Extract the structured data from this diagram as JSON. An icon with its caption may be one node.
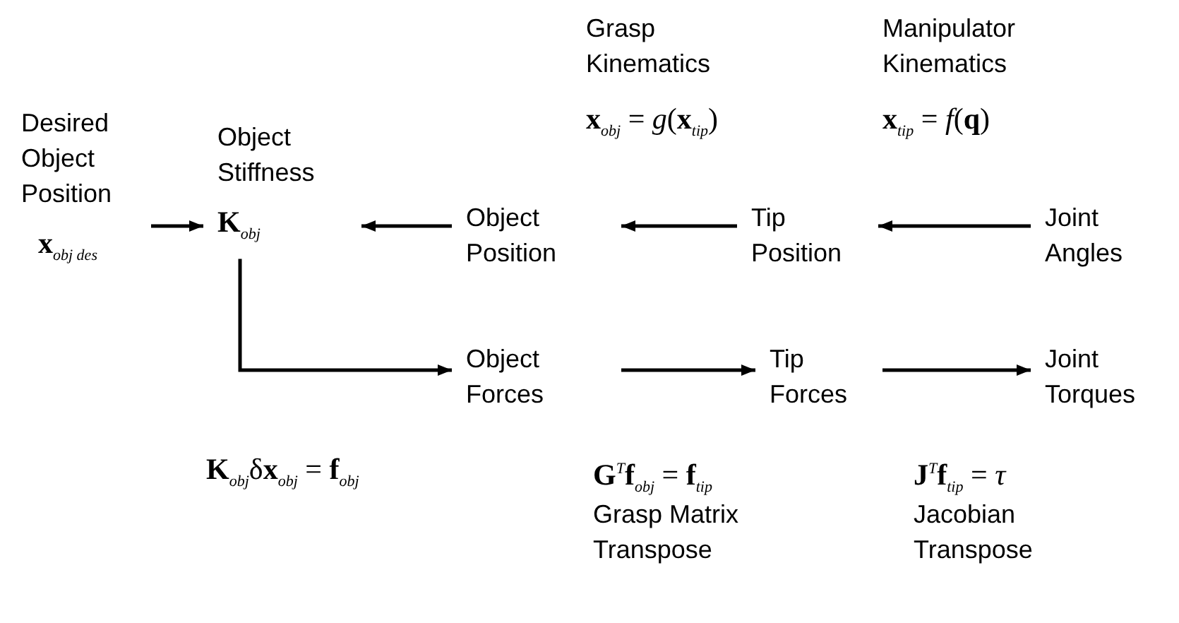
{
  "diagram": {
    "nodes": [
      {
        "text": [
          "Desired Object Position",
          "**x**$_{obj des}$"
        ]
      },
      {
        "text": [
          "Object Stiffness",
          "**K**$_{obj}$"
        ]
      },
      {
        "text": [
          "Object Position"
        ]
      },
      {
        "text": [
          "Tip Position"
        ]
      },
      {
        "text": [
          "Joint Angles"
        ]
      },
      {
        "text": [
          "Object Forces"
        ]
      },
      {
        "text": [
          "Tip Forces"
        ]
      },
      {
        "text": [
          "Joint Torques"
        ]
      }
    ],
    "edges": [
      {
        "from": 0,
        "to": 1,
        "arrow": "to"
      },
      {
        "from": 2,
        "to": 1,
        "arrow": "to"
      },
      {
        "from": 3,
        "to": 2,
        "arrow": "to"
      },
      {
        "from": 4,
        "to": 3,
        "arrow": "to"
      },
      {
        "from": 1,
        "to": 5,
        "arrow": "to"
      },
      {
        "from": 5,
        "to": 6,
        "arrow": "to"
      },
      {
        "from": 6,
        "to": 7,
        "arrow": "to"
      }
    ],
    "labels": [
      "Grasp Kinematics",
      "Manipulator Kinematics",
      "**x**$_{obj}$ = *g*(**x**$_{tip}$)",
      "**x**$_{tip}$ = *f*(**q**)",
      "**K**$_{obj}$δ**x**$_{obj}$ = **f**$_{obj}$",
      "**G**$^{T}$**f**$_{obj}$ = **f**$_{tip}$",
      "**J**$^{T}$**f**$_{tip}$ = *τ*",
      "Grasp Matrix Transpose",
      "Jacobian Transpose"
    ]
  }
}
